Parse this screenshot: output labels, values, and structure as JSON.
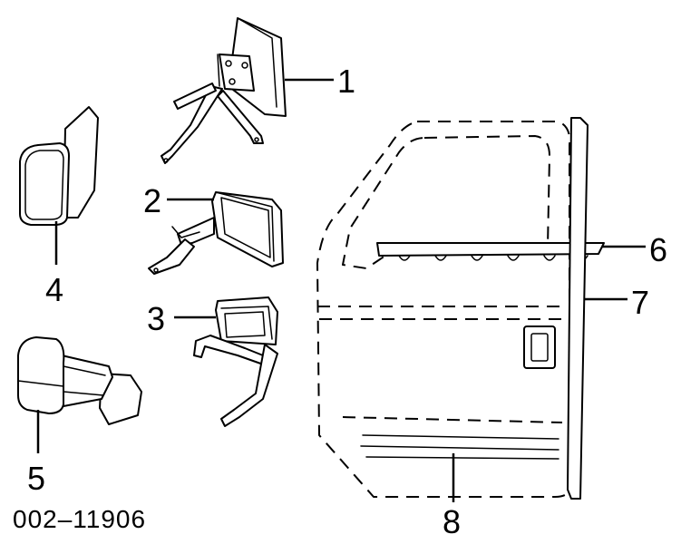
{
  "diagram": {
    "callouts": {
      "c1": "1",
      "c2": "2",
      "c3": "3",
      "c4": "4",
      "c5": "5",
      "c6": "6",
      "c7": "7",
      "c8": "8"
    },
    "reference_code": "002–11906"
  }
}
